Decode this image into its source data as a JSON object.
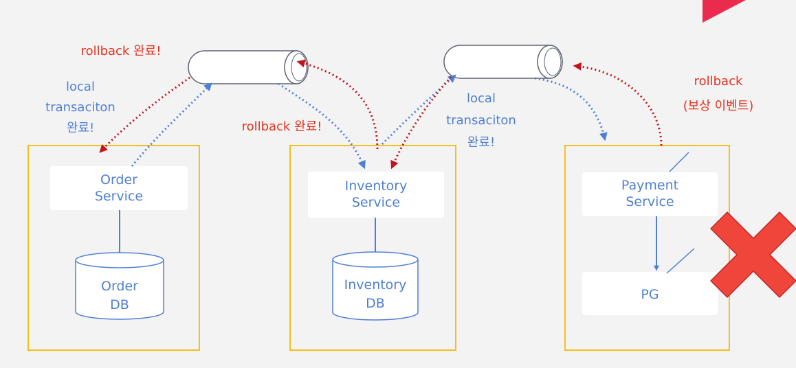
{
  "colors": {
    "background": "#f3f3f4",
    "box_border": "#f5c01c",
    "service_fill": "#ffffff",
    "blue": "#4f7fd3",
    "red": "#c0151c",
    "label_red": "#e8301c",
    "failure_x": "#f0453b",
    "corner_accent": "#ea2b4d"
  },
  "services": {
    "order": {
      "name": "Order\nService",
      "db": "Order\nDB"
    },
    "inventory": {
      "name": "Inventory\nService",
      "db": "Inventory\nDB"
    },
    "payment": {
      "name": "Payment\nService",
      "pg": "PG"
    }
  },
  "labels": {
    "rollback_done_order": "rollback 완료!",
    "local_tx_done_order": "local\ntransaciton\n완료!",
    "rollback_done_inventory": "rollback 완료!",
    "local_tx_done_inventory": "local\ntransaciton\n완료!",
    "rollback_compensation": "rollback\n(보상 이벤트)"
  },
  "icons": {
    "queue": "cylinder-queue-icon",
    "database": "database-icon",
    "failure": "failure-x-icon"
  }
}
